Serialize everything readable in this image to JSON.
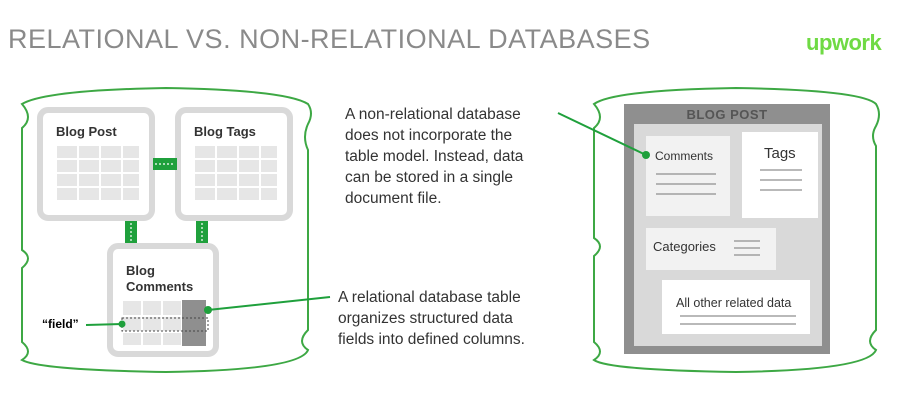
{
  "header": {
    "title": "RELATIONAL VS. NON-RELATIONAL DATABASES",
    "logo": "upwork"
  },
  "relational": {
    "tables": [
      {
        "label": "Blog Post"
      },
      {
        "label": "Blog Tags"
      },
      {
        "label": "Blog\nComments"
      }
    ],
    "field_label": "“field”"
  },
  "annotations": {
    "non_relational": "A non-relational database\ndoes not incorporate the\ntable model. Instead, data\ncan be stored in a single\ndocument file.",
    "relational": "A relational database table\norganizes structured data\nfields into defined columns."
  },
  "document": {
    "title": "BLOG POST",
    "sections": [
      {
        "label": "Comments"
      },
      {
        "label": "Tags"
      },
      {
        "label": "Categories"
      },
      {
        "label": "All other related data"
      }
    ]
  },
  "colors": {
    "accent_green": "#1fa03c",
    "logo_green": "#6fda44",
    "outline_green": "#3da844",
    "gray_frame": "#8f8f8f",
    "light_gray": "#d9d9d9",
    "text_dark": "#333333"
  }
}
